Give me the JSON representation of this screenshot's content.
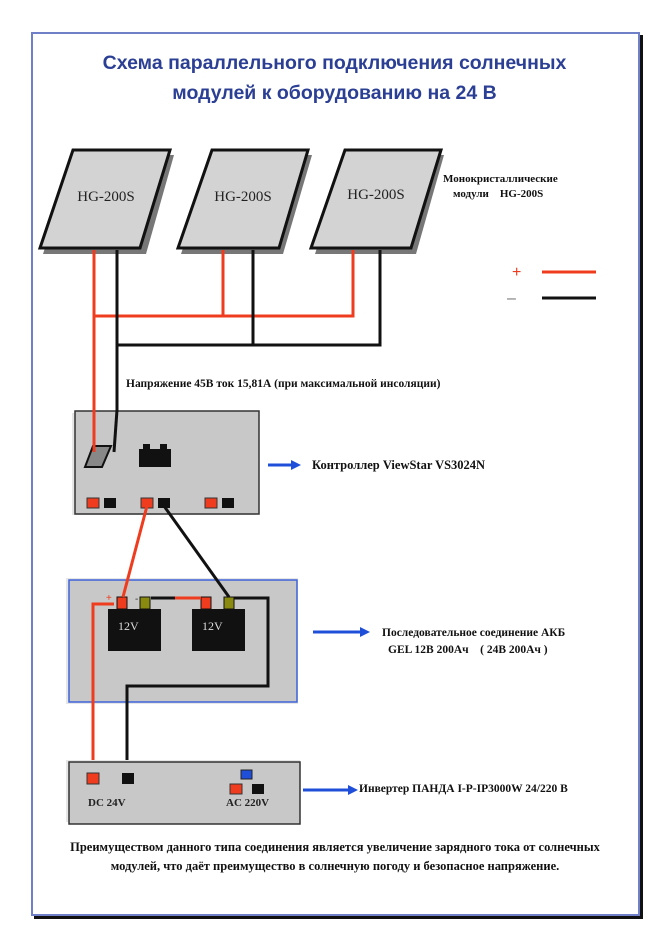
{
  "title": {
    "line1": "Схема параллельного подключения солнечных",
    "line2": "модулей к оборудованию на 24 В"
  },
  "panels": [
    {
      "label": "HG-200S"
    },
    {
      "label": "HG-200S"
    },
    {
      "label": "HG-200S"
    }
  ],
  "panels_caption": {
    "line1": "Монокристаллические",
    "line2": "модули    HG-200S"
  },
  "legend": {
    "plus_symbol": "+",
    "minus_symbol": "–",
    "plus_color": "#f03c1e",
    "minus_color": "#111111"
  },
  "voltage_note": "Напряжение 45В ток 15,81А (при максимальной инсоляции)",
  "controller": {
    "caption": "Контроллер ViewStar VS3024N"
  },
  "batteries": {
    "items": [
      {
        "label": "12V"
      },
      {
        "label": "12V"
      }
    ],
    "plus_mark": "+",
    "minus_mark": "-",
    "caption_line1": "Последовательное соединение АКБ",
    "caption_line2": "GEL 12В 200Ач    ( 24В 200Ач )"
  },
  "inverter": {
    "dc_label": "DC 24V",
    "ac_label": "AC 220V",
    "caption": "Инвертер ПАНДА I-P-IP3000W 24/220 В"
  },
  "footer": "Преимуществом данного типа соединения является увеличение зарядного тока от солнечных модулей, что даёт преимущество в солнечную погоду и безопасное напряжение.",
  "colors": {
    "title": "#2b3f94",
    "frame": "#6f7fc8",
    "arrow": "#1f4fd8",
    "positive_wire": "#f03c1e",
    "negative_wire": "#111111",
    "device_fill": "#c8c8c8",
    "terminal_minus_battery": "#8a8a10",
    "ac_ground": "#1f4fd8"
  }
}
